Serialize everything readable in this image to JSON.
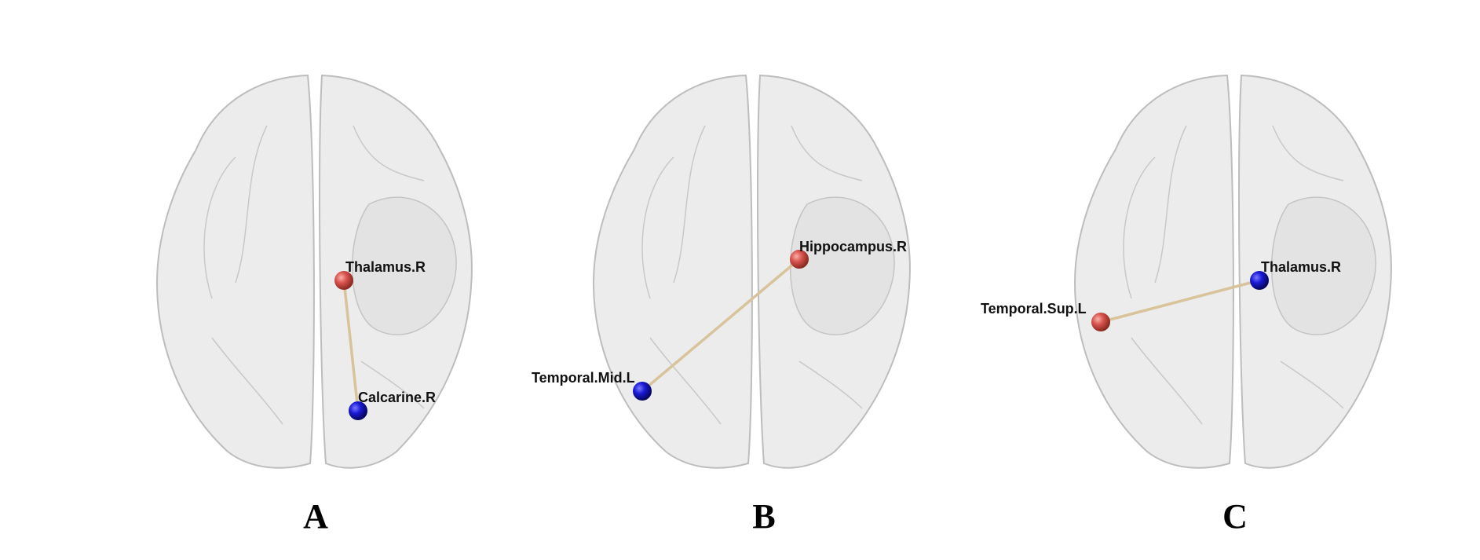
{
  "colors": {
    "brain_fill": "#e6e6e6",
    "brain_stroke": "#bdbdbd",
    "node_red": "#d9534f",
    "node_blue": "#1a1ad6",
    "edge": "#d8c39a"
  },
  "panels": [
    {
      "letter": "A",
      "nodes": [
        {
          "label": "Thalamus.R",
          "color": "red"
        },
        {
          "label": "Calcarine.R",
          "color": "blue"
        }
      ]
    },
    {
      "letter": "B",
      "nodes": [
        {
          "label": "Hippocampus.R",
          "color": "red"
        },
        {
          "label": "Temporal.Mid.L",
          "color": "blue"
        }
      ]
    },
    {
      "letter": "C",
      "nodes": [
        {
          "label": "Thalamus.R",
          "color": "blue"
        },
        {
          "label": "Temporal.Sup.L",
          "color": "red"
        }
      ]
    }
  ]
}
